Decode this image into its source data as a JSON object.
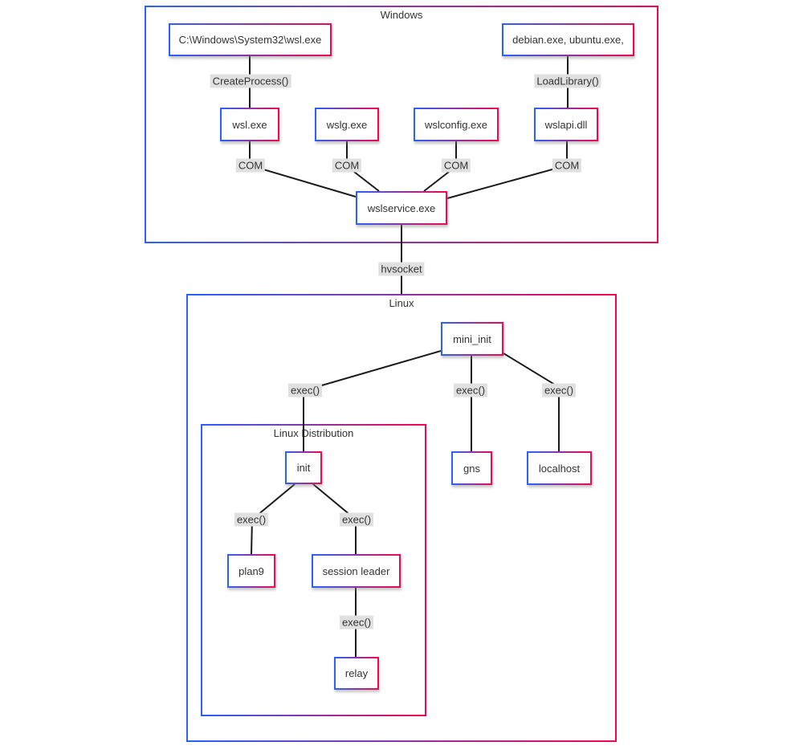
{
  "diagram_title": "WSL architecture diagram",
  "colors": {
    "border_gradient_start": "#2962ff",
    "border_gradient_end": "#f5054f",
    "edge_line": "#1b1b1b",
    "edge_label_background": "#e0e0e0",
    "text": "#333333",
    "background": "#ffffff"
  },
  "containers": {
    "windows": {
      "label": "Windows"
    },
    "linux": {
      "label": "Linux"
    },
    "linux_distribution": {
      "label": "Linux Distribution"
    }
  },
  "nodes": {
    "wsl_path": {
      "label": "C:\\Windows\\System32\\wsl.exe"
    },
    "debian": {
      "label": "debian.exe, ubuntu.exe,"
    },
    "wsl": {
      "label": "wsl.exe"
    },
    "wslg": {
      "label": "wslg.exe"
    },
    "wslconfig": {
      "label": "wslconfig.exe"
    },
    "wslapi": {
      "label": "wslapi.dll"
    },
    "wslservice": {
      "label": "wslservice.exe"
    },
    "mini_init": {
      "label": "mini_init"
    },
    "init": {
      "label": "init"
    },
    "plan9": {
      "label": "plan9"
    },
    "session_leader": {
      "label": "session leader"
    },
    "relay": {
      "label": "relay"
    },
    "gns": {
      "label": "gns"
    },
    "localhost": {
      "label": "localhost"
    }
  },
  "edge_labels": {
    "create_process": "CreateProcess()",
    "load_library": "LoadLibrary()",
    "com_wsl": "COM",
    "com_wslg": "COM",
    "com_wslconfig": "COM",
    "com_wslapi": "COM",
    "hvsocket": "hvsocket",
    "exec_init": "exec()",
    "exec_gns": "exec()",
    "exec_localhost": "exec()",
    "exec_plan9": "exec()",
    "exec_session_leader": "exec()",
    "exec_relay": "exec()"
  }
}
